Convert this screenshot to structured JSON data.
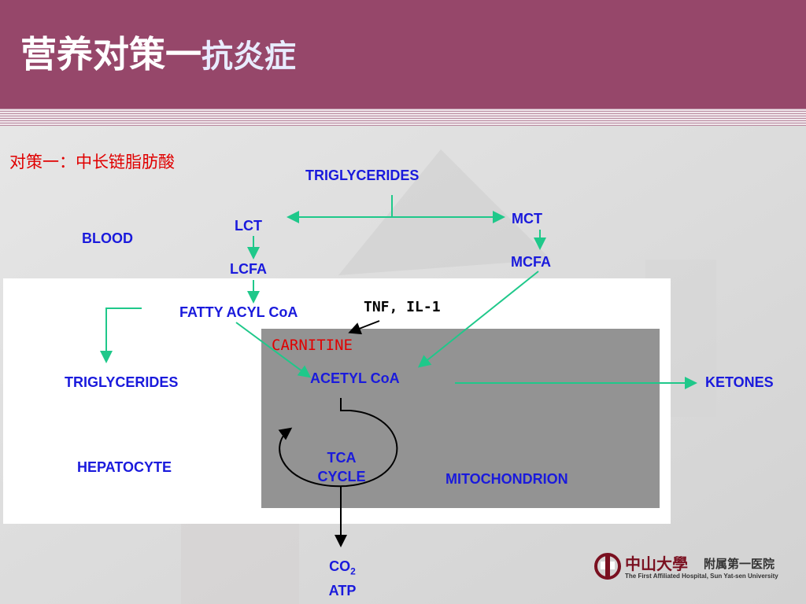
{
  "header": {
    "title_main": "营养对策一",
    "title_sub": "抗炎症"
  },
  "subtitle": "对策一：中长链脂肪酸",
  "diagram": {
    "triglycerides_top": "TRIGLYCERIDES",
    "lct": "LCT",
    "mct": "MCT",
    "blood": "BLOOD",
    "lcfa": "LCFA",
    "mcfa": "MCFA",
    "fatty_acyl_coa": "FATTY ACYL CoA",
    "tnf_il1": "TNF, IL-1",
    "carnitine": "CARNITINE",
    "acetyl_coa": "ACETYL CoA",
    "triglycerides_left": "TRIGLYCERIDES",
    "ketones": "KETONES",
    "tca_line1": "TCA",
    "tca_line2": "CYCLE",
    "hepatocyte": "HEPATOCYTE",
    "mitochondrion": "MITOCHONDRION",
    "co2": "CO",
    "co2_sub": "2",
    "atp": "ATP"
  },
  "colors": {
    "header": "#96476a",
    "label_blue": "#1a1adc",
    "arrow_green": "#1fc88a",
    "accent_red": "#e00000",
    "mitochondrion_fill": "#939393"
  },
  "logo": {
    "name_cn": "中山大學",
    "dept_cn": "附属第一医院",
    "name_en": "The First Affiliated Hospital, Sun Yat-sen University"
  }
}
